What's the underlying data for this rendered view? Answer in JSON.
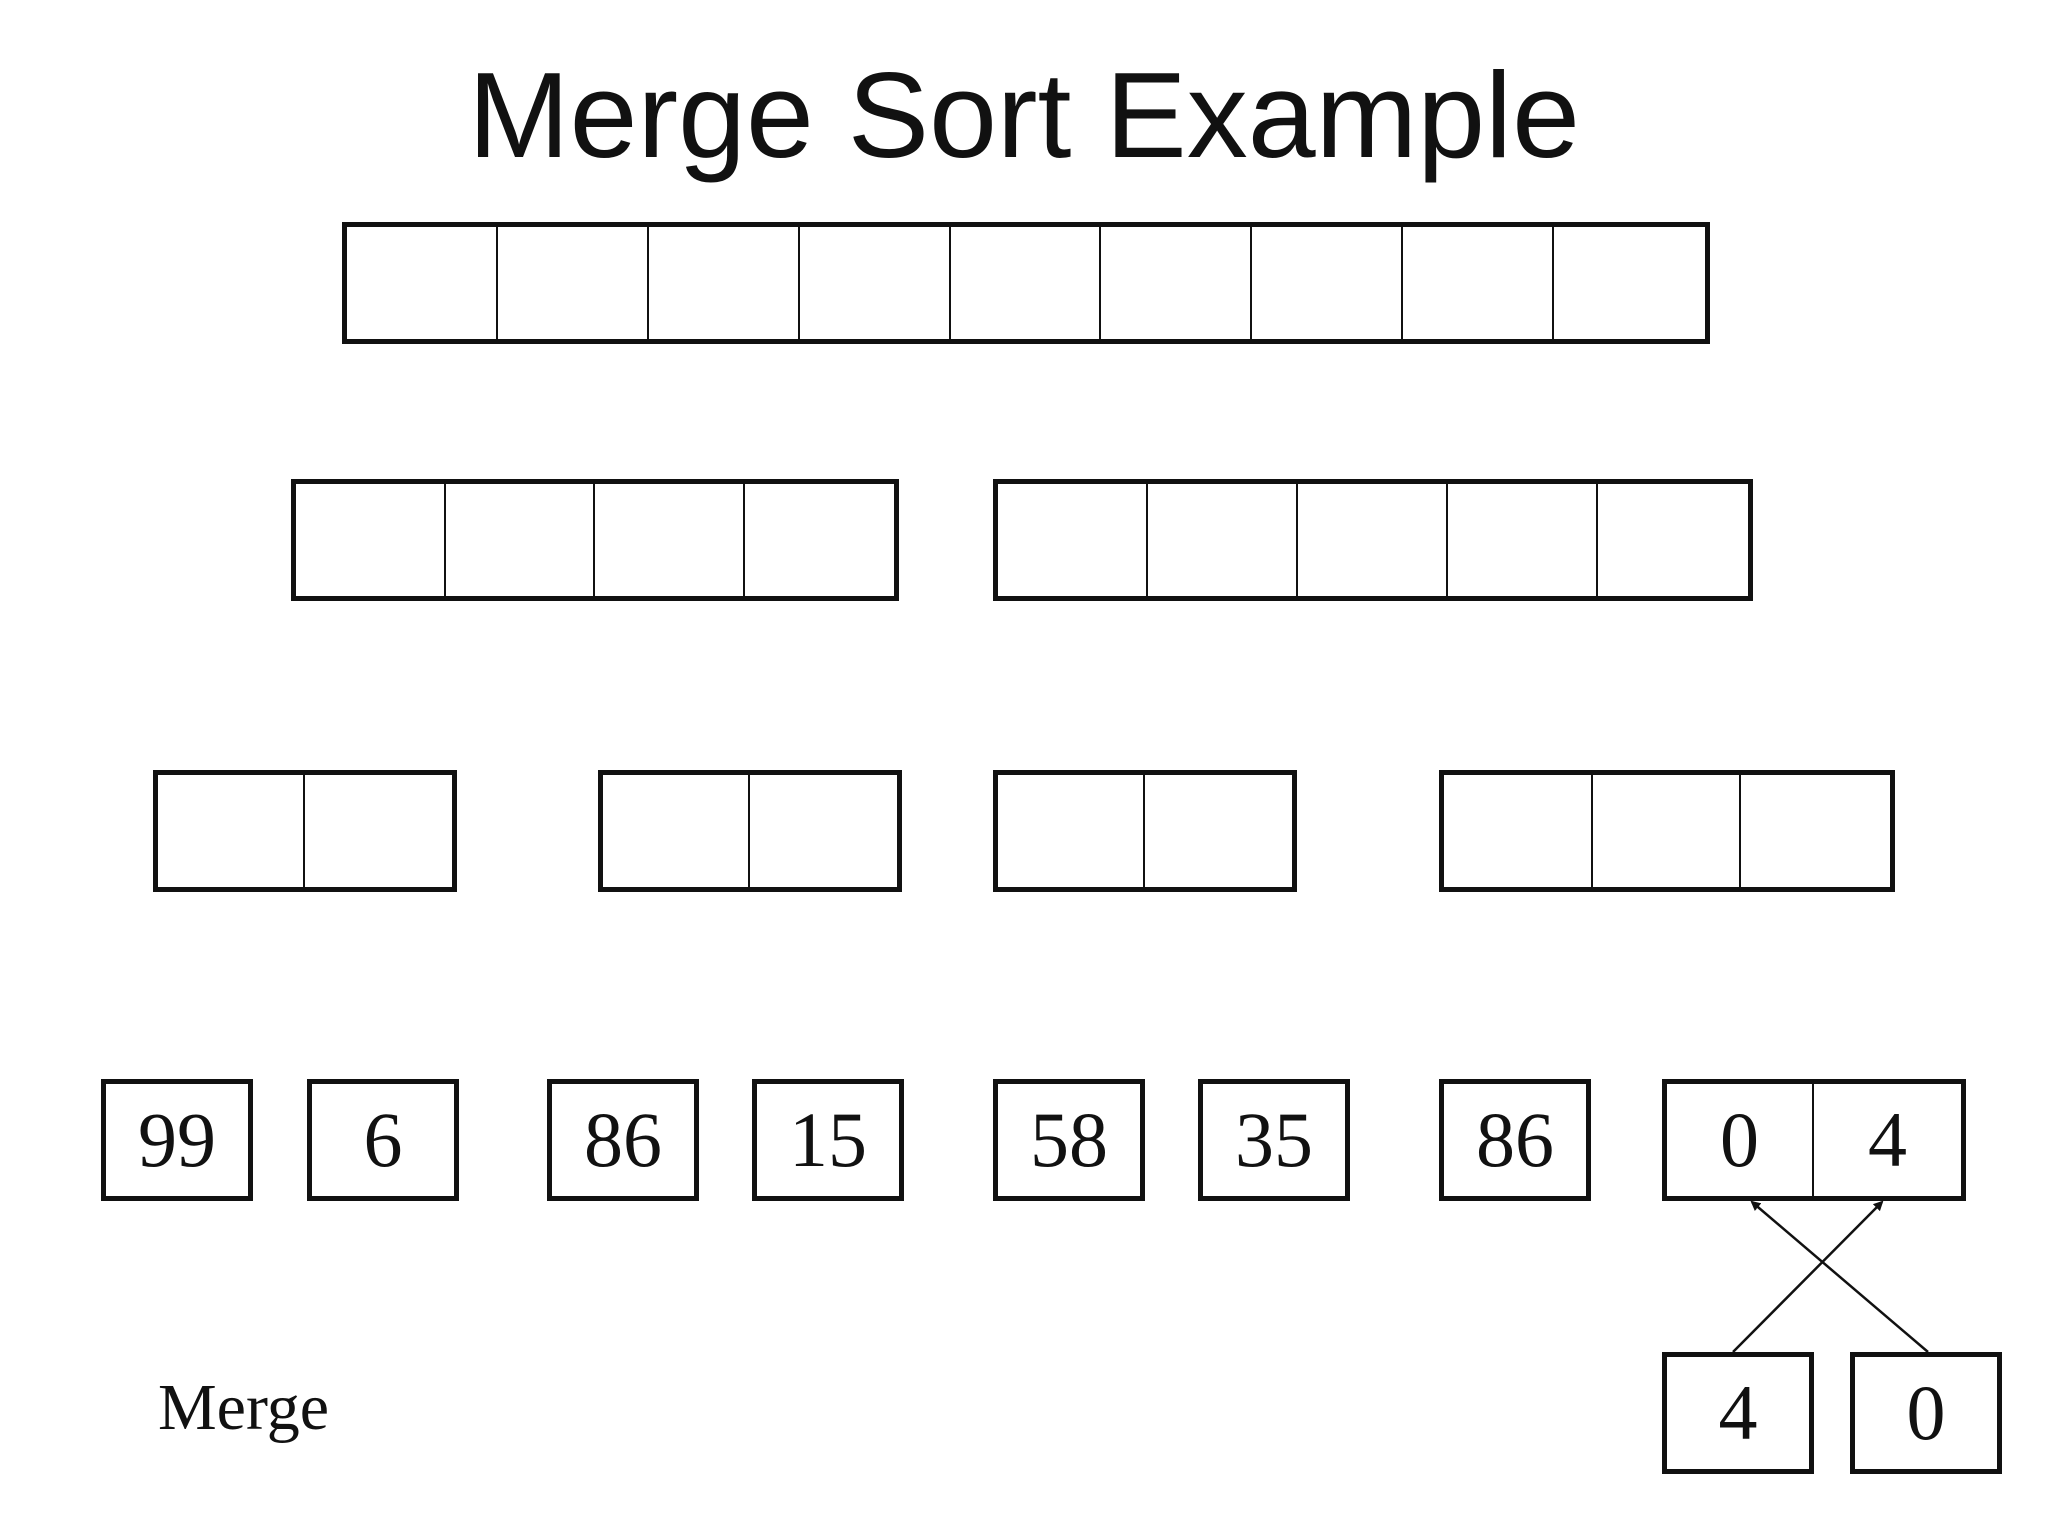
{
  "slide": {
    "title": "Merge Sort Example"
  },
  "diagram": {
    "levels": [
      {
        "name": "level-1",
        "arrays": [
          {
            "cells": [
              "",
              "",
              "",
              "",
              "",
              "",
              "",
              "",
              ""
            ]
          }
        ]
      },
      {
        "name": "level-2",
        "arrays": [
          {
            "cells": [
              "",
              "",
              "",
              ""
            ]
          },
          {
            "cells": [
              "",
              "",
              "",
              "",
              ""
            ]
          }
        ]
      },
      {
        "name": "level-3",
        "arrays": [
          {
            "cells": [
              "",
              ""
            ]
          },
          {
            "cells": [
              "",
              ""
            ]
          },
          {
            "cells": [
              "",
              ""
            ]
          },
          {
            "cells": [
              "",
              "",
              ""
            ]
          }
        ]
      },
      {
        "name": "level-4",
        "arrays": [
          {
            "cells": [
              "99"
            ]
          },
          {
            "cells": [
              "6"
            ]
          },
          {
            "cells": [
              "86"
            ]
          },
          {
            "cells": [
              "15"
            ]
          },
          {
            "cells": [
              "58"
            ]
          },
          {
            "cells": [
              "35"
            ]
          },
          {
            "cells": [
              "86"
            ]
          },
          {
            "cells": [
              "0",
              "4"
            ]
          }
        ]
      },
      {
        "name": "level-5",
        "arrays": [
          {
            "cells": [
              "4"
            ]
          },
          {
            "cells": [
              "0"
            ]
          }
        ]
      }
    ],
    "step_label": "Merge"
  }
}
